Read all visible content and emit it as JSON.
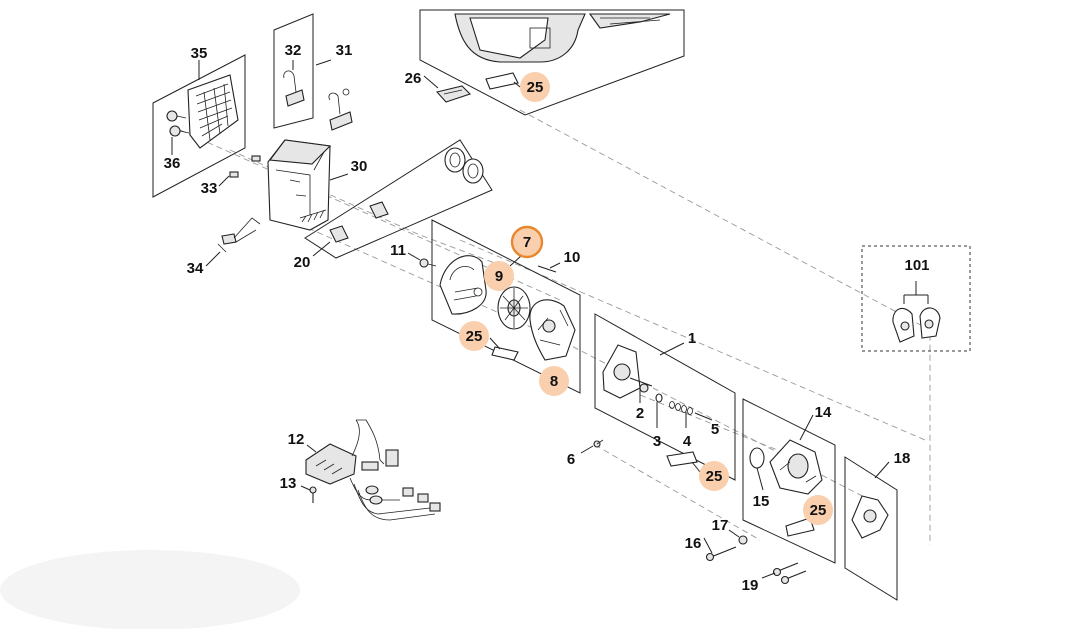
{
  "colors": {
    "highlight_fill": "#f9cfad",
    "selected_ring": "#e8872e",
    "line": "#222222",
    "dashed": "#9a9a9a"
  },
  "labels": {
    "p1": "1",
    "p2": "2",
    "p3": "3",
    "p4": "4",
    "p5": "5",
    "p6": "6",
    "p7": "7",
    "p8": "8",
    "p9": "9",
    "p10": "10",
    "p11": "11",
    "p12": "12",
    "p13": "13",
    "p14": "14",
    "p15": "15",
    "p16": "16",
    "p17": "17",
    "p18": "18",
    "p19": "19",
    "p20": "20",
    "p25": "25",
    "p26": "26",
    "p30": "30",
    "p31": "31",
    "p32": "32",
    "p33": "33",
    "p34": "34",
    "p35": "35",
    "p36": "36",
    "p101": "101"
  },
  "highlighted_parts": [
    "25",
    "9",
    "8"
  ],
  "selected_part": "7"
}
